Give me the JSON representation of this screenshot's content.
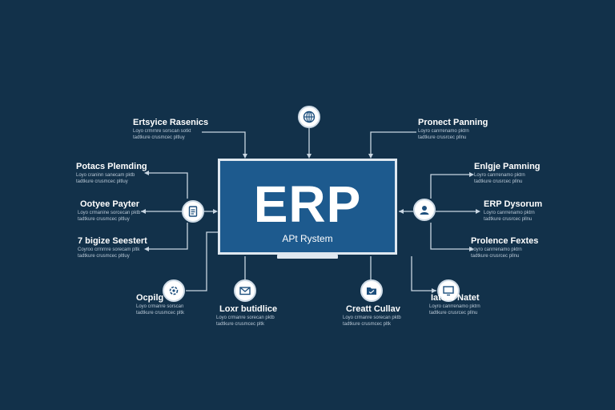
{
  "center": {
    "title": "ERP",
    "subtitle": "APt Rystem"
  },
  "modules": [
    {
      "id": "tl1",
      "label": "Ertsyice Rasenics",
      "desc": [
        "Loyo crmrnre sorscan sotkt",
        "tadtkure crusmcec pltluy"
      ]
    },
    {
      "id": "tr1",
      "label": "Pronect Panning",
      "desc": [
        "Loyro canrrenamo pktrn",
        "tadtkure crusrcec pllnu"
      ]
    },
    {
      "id": "l2",
      "label": "Potacs Plemding",
      "desc": [
        "Loyo craninn sanecam pktb",
        "tadtkure crusmcec pltluy"
      ]
    },
    {
      "id": "r2",
      "label": "Enlgje Pamning",
      "desc": [
        "Loyro canrrenamo pktrn",
        "tadtkure crusrcec pllnu"
      ]
    },
    {
      "id": "l3",
      "label": "Ootyee Payter",
      "desc": [
        "Loyo crmanine sorcecan pktb",
        "tadtkure crusmcec pltluy"
      ]
    },
    {
      "id": "r3",
      "label": "ERP Dysorum",
      "desc": [
        "Loyro canrrenamo pktrn",
        "tadtkure crusrcec pllnu"
      ]
    },
    {
      "id": "l4",
      "label": "7 bigize Seestert",
      "desc": [
        "Coyroo crmrnre sorecam pltk",
        "tadtkure crusmcec pltluy"
      ]
    },
    {
      "id": "r4",
      "label": "Prolence Fextes",
      "desc": [
        "Loyro canrrenamo pktrn",
        "tadtkure crusrcec pllnu"
      ]
    },
    {
      "id": "b1",
      "label": "Ocpilg",
      "desc": [
        "Loyo crmanre sorscan",
        "tadtkure crusmcec pltk"
      ]
    },
    {
      "id": "b2",
      "label": "Loxr butidlice",
      "desc": [
        "Loyo crmanre sorecan pktb",
        "tadtkure crusmcec pltk"
      ]
    },
    {
      "id": "b3",
      "label": "Creatt Cullav",
      "desc": [
        "Loyo crmanre sorecan pktb",
        "tadtkure crusmcec pltk"
      ]
    },
    {
      "id": "b4",
      "label": "Iaturc Natet",
      "desc": [
        "Loyro canrrenamo pktrn",
        "tadtkure crusrcec pllnu"
      ]
    }
  ],
  "icons": {
    "top": "globe-icon",
    "left": "clipboard-icon",
    "right": "user-icon",
    "bottom1": "gear-icon",
    "bottom2": "mail-icon",
    "bottom3": "folder-icon",
    "bottom4": "monitor-icon"
  },
  "colors": {
    "background": "#12314a",
    "screen": "#1d5a8e",
    "lines": "#c9d6e2"
  }
}
